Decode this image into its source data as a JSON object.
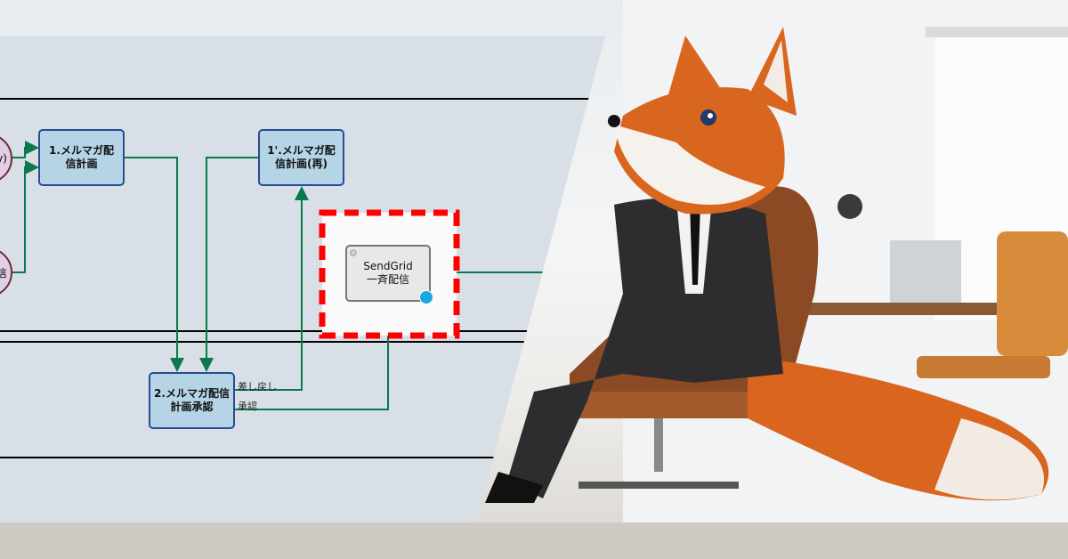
{
  "diagram": {
    "start_event_1": "y)",
    "start_event_2": "信",
    "task_1": "1.メルマガ配信計画",
    "task_1b": "1'.メルマガ配信計画(再)",
    "task_2": "2.メルマガ配信計画承認",
    "task_sendgrid_line1": "SendGrid",
    "task_sendgrid_line2": "一斉配信",
    "flow_reject": "差し戻し",
    "flow_approve": "承認"
  },
  "colors": {
    "flow": "#0b7a4b",
    "highlight": "#ff0000",
    "task": "#b5d5e6",
    "lane": "#d8dfe6"
  }
}
